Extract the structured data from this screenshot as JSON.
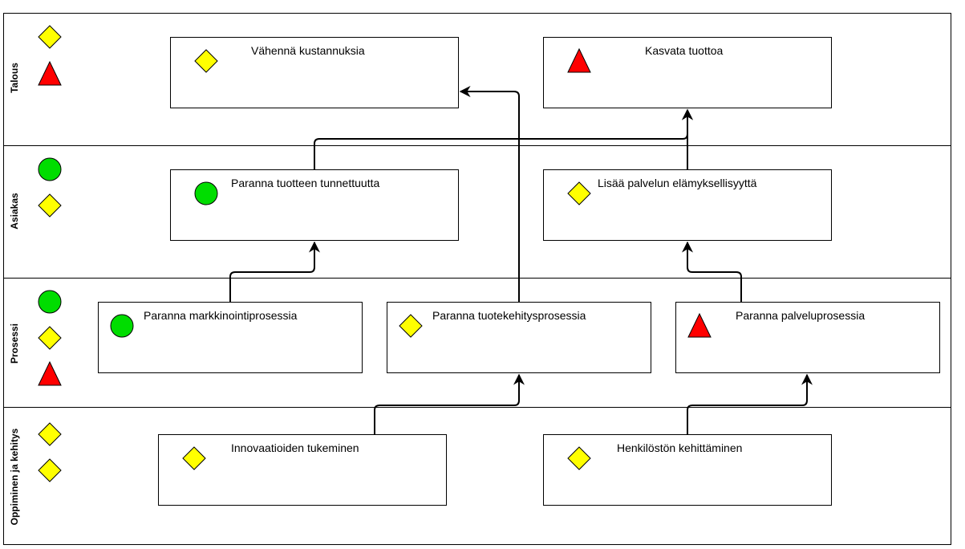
{
  "lanes": [
    {
      "id": "talous",
      "label": "Talous",
      "legend": [
        "diamond",
        "triangle"
      ]
    },
    {
      "id": "asiakas",
      "label": "Asiakas",
      "legend": [
        "circle",
        "diamond"
      ]
    },
    {
      "id": "prosessi",
      "label": "Prosessi",
      "legend": [
        "circle",
        "diamond",
        "triangle"
      ]
    },
    {
      "id": "oppiminen",
      "label": "Oppiminen ja kehitys",
      "legend": [
        "diamond",
        "diamond"
      ]
    }
  ],
  "objectives": [
    {
      "id": "vahenna",
      "lane": "talous",
      "title": "Vähennä kustannuksia",
      "status": "diamond"
    },
    {
      "id": "kasvata",
      "lane": "talous",
      "title": "Kasvata tuottoa",
      "status": "triangle"
    },
    {
      "id": "tunnettuus",
      "lane": "asiakas",
      "title": "Paranna tuotteen tunnettuutta",
      "status": "circle"
    },
    {
      "id": "elamyksellisyys",
      "lane": "asiakas",
      "title": "Lisää palvelun elämyksellisyyttä",
      "status": "diamond"
    },
    {
      "id": "markkinointi",
      "lane": "prosessi",
      "title": "Paranna markkinointiprosessia",
      "status": "circle"
    },
    {
      "id": "tuotekehitys",
      "lane": "prosessi",
      "title": "Paranna tuotekehitysprosessia",
      "status": "diamond"
    },
    {
      "id": "palvelu",
      "lane": "prosessi",
      "title": "Paranna palveluprosessia",
      "status": "triangle"
    },
    {
      "id": "innovaatiot",
      "lane": "oppiminen",
      "title": "Innovaatioiden tukeminen",
      "status": "diamond"
    },
    {
      "id": "henkilosto",
      "lane": "oppiminen",
      "title": "Henkilöstön kehittäminen",
      "status": "diamond"
    }
  ],
  "links": [
    {
      "from": "innovaatiot",
      "to": "tuotekehitys"
    },
    {
      "from": "henkilosto",
      "to": "palvelu"
    },
    {
      "from": "markkinointi",
      "to": "tunnettuus"
    },
    {
      "from": "palvelu",
      "to": "elamyksellisyys"
    },
    {
      "from": "tuotekehitys",
      "to": "vahenna"
    },
    {
      "from": "tunnettuus",
      "to": "kasvata"
    },
    {
      "from": "elamyksellisyys",
      "to": "kasvata"
    }
  ],
  "colors": {
    "circle": "#00dd00",
    "diamond": "#ffff00",
    "triangle": "#ff0000",
    "line": "#000000"
  },
  "icons": {
    "circle": "green-circle-icon",
    "diamond": "yellow-diamond-icon",
    "triangle": "red-triangle-icon"
  }
}
